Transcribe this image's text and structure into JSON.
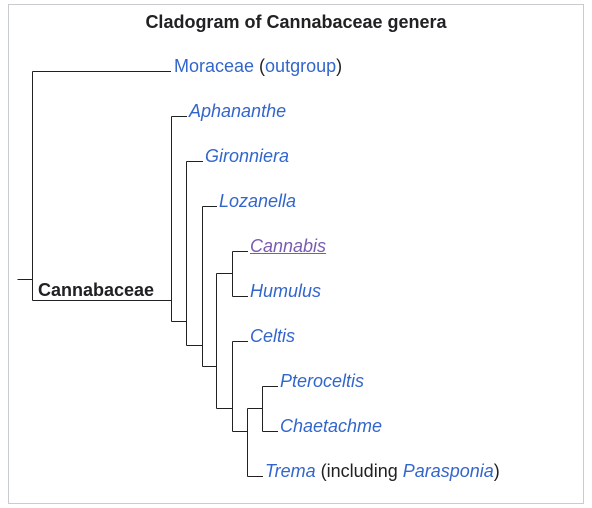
{
  "title": "Cladogram of Cannabaceae genera",
  "clade_label": "Cannabaceae",
  "leaves": {
    "moraceae": {
      "name": "Moraceae",
      "open": "(",
      "note": "outgroup",
      "close": ")"
    },
    "aphananthe": {
      "name": "Aphananthe"
    },
    "gironniera": {
      "name": "Gironniera"
    },
    "lozanella": {
      "name": "Lozanella"
    },
    "cannabis": {
      "name": "Cannabis"
    },
    "humulus": {
      "name": "Humulus"
    },
    "celtis": {
      "name": "Celtis"
    },
    "pteroceltis": {
      "name": "Pteroceltis"
    },
    "chaetachme": {
      "name": "Chaetachme"
    },
    "trema": {
      "name": "Trema",
      "open": " (including ",
      "extra": "Parasponia",
      "close": ")"
    }
  },
  "colors": {
    "link": "#3366cc",
    "visited": "#795cb2",
    "line": "#202122",
    "border": "#c8ccd1"
  }
}
